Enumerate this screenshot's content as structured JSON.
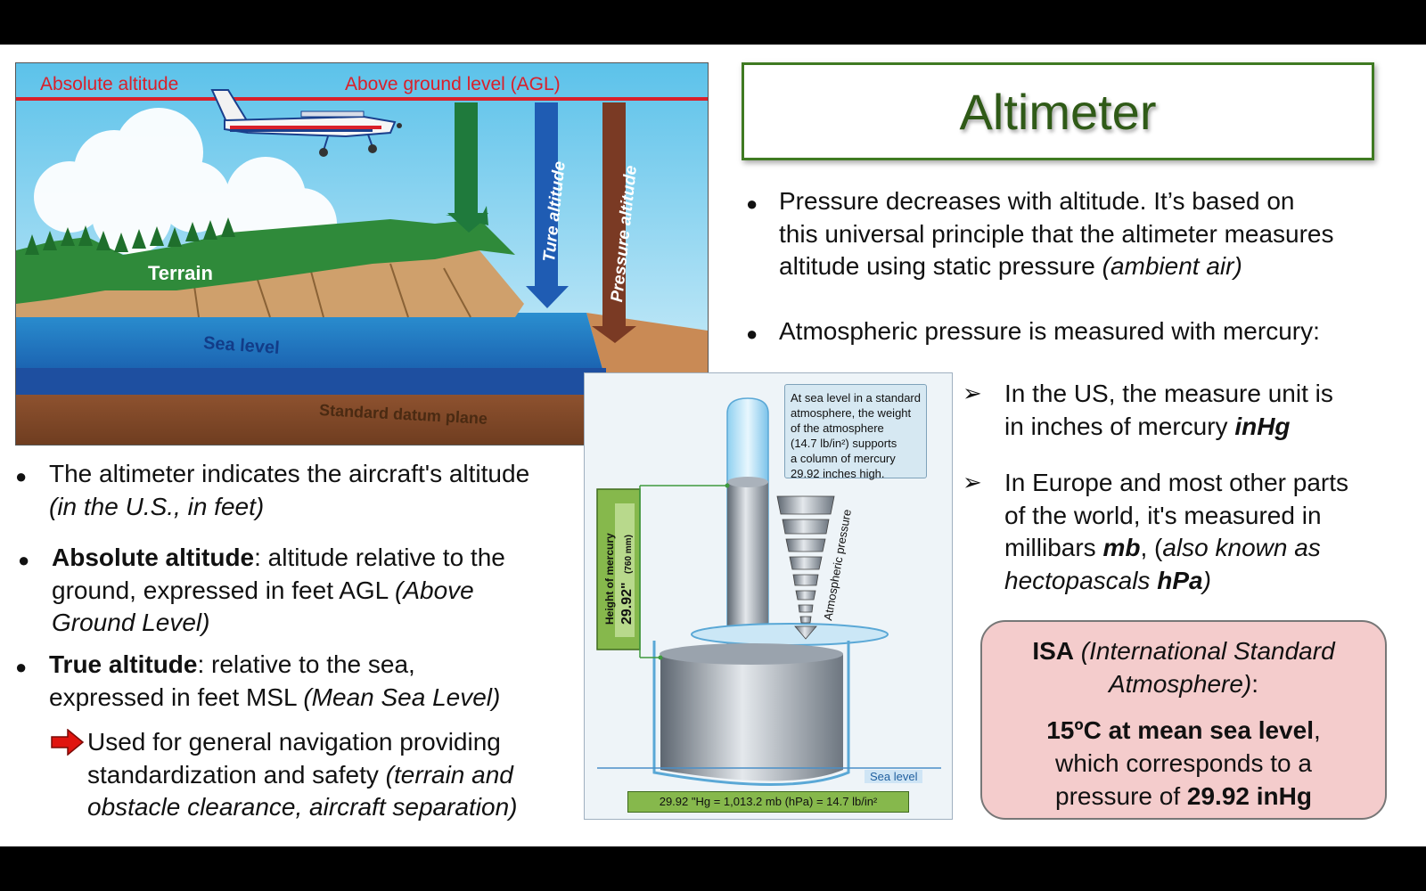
{
  "title": "Altimeter",
  "diagram": {
    "absolute_altitude": "Absolute altitude",
    "agl": "Above ground level (AGL)",
    "true_altitude": "Ture altitude",
    "pressure_altitude": "Pressure altitude",
    "terrain": "Terrain",
    "sea_level": "Sea level",
    "datum": "Standard datum plane"
  },
  "right_bullets": {
    "b1_line1": "Pressure decreases with altitude. It’s based on",
    "b1_line2": "this universal principle that the altimeter measures",
    "b1_line3a": "altitude using static pressure ",
    "b1_line3b": "(ambient air)",
    "b2": "Atmospheric pressure is measured with mercury:",
    "s1_line1": "In the US, the measure unit is",
    "s1_line2a": "in inches of mercury ",
    "s1_line2b": "inHg",
    "s2_line1": "In Europe and most other parts",
    "s2_line2": "of the world, it's measured in",
    "s2_line3a": "millibars ",
    "s2_line3b": "mb",
    "s2_line3c": ", (",
    "s2_line3d": "also known as",
    "s2_line4a": "hectopascals ",
    "s2_line4b": "hPa",
    "s2_line4c": ")"
  },
  "left_bullets": {
    "b1_line1": "The altimeter indicates the aircraft's altitude",
    "b1_line2": "(in the U.S., in feet)",
    "b2_bold": "Absolute altitude",
    "b2_line1": ": altitude relative to the",
    "b2_line2a": "ground, expressed in feet AGL ",
    "b2_line2b": "(Above",
    "b2_line3": "Ground Level)",
    "b3_bold": "True altitude",
    "b3_line1": ": relative to the sea,",
    "b3_line2a": "expressed in feet MSL ",
    "b3_line2b": "(Mean Sea Level)",
    "sub_line1": "Used for general navigation providing",
    "sub_line2a": "standardization and safety ",
    "sub_line2b": "(terrain and",
    "sub_line3": "obstacle clearance, aircraft separation)"
  },
  "mercury": {
    "note_line1": "At sea level in a standard",
    "note_line2": "atmosphere, the weight",
    "note_line3": "of the atmosphere",
    "note_line4": "(14.7 lb/in²) supports",
    "note_line5": "a column of mercury",
    "note_line6": "29.92 inches high.",
    "height_label": "Height of mercury",
    "height_value": "29.92\"",
    "height_mm": "(760 mm)",
    "atm_pressure": "Atmospheric pressure",
    "sea_level": "Sea level",
    "equation": "29.92 \"Hg = 1,013.2 mb (hPa) = 14.7 lb/in²"
  },
  "isa": {
    "bold": "ISA",
    "line1_it": "(International Standard",
    "line2_it": "Atmosphere)",
    "line2_end": ":",
    "line3_bold": "15ºC at mean sea level",
    "line3_end": ",",
    "line4": "which corresponds to a",
    "line5a": "pressure of ",
    "line5b": "29.92 inHg"
  },
  "colors": {
    "title_green": "#2f5a17",
    "reference_red": "#d9202a",
    "isa_fill": "#f4cccc",
    "arrow_red": "#e0140f"
  }
}
